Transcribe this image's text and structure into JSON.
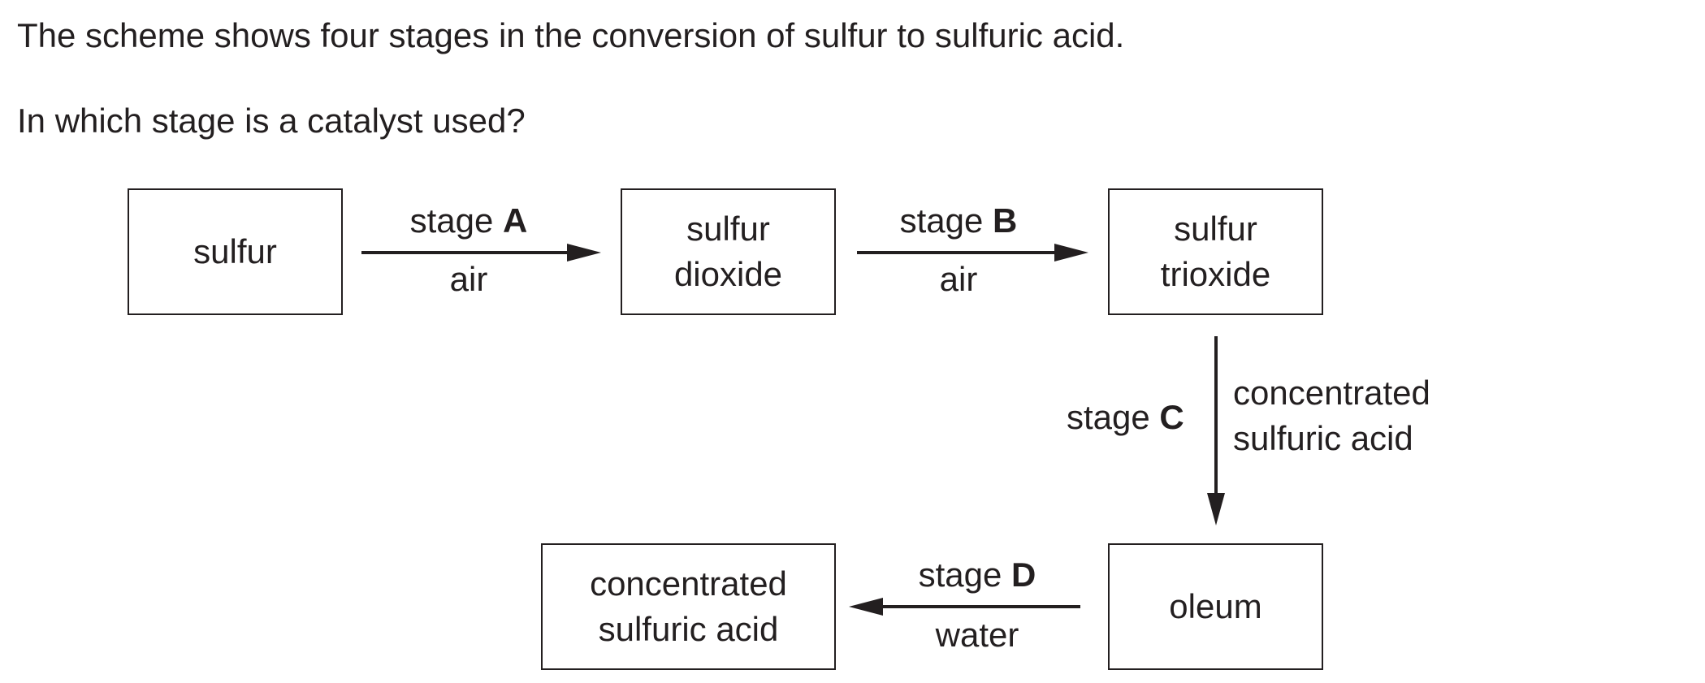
{
  "question": {
    "line1": "The scheme shows four stages in the conversion of sulfur to sulfuric acid.",
    "line2": "In which stage is a catalyst used?"
  },
  "boxes": {
    "sulfur": [
      "sulfur"
    ],
    "sulfur_dioxide": [
      "sulfur",
      "dioxide"
    ],
    "sulfur_trioxide": [
      "sulfur",
      "trioxide"
    ],
    "oleum": [
      "oleum"
    ],
    "conc_acid": [
      "concentrated",
      "sulfuric acid"
    ]
  },
  "stages": {
    "A": {
      "prefix": "stage",
      "letter": "A",
      "reagent": "air"
    },
    "B": {
      "prefix": "stage",
      "letter": "B",
      "reagent": "air"
    },
    "C": {
      "prefix": "stage",
      "letter": "C",
      "reagent_line1": "concentrated",
      "reagent_line2": "sulfuric acid"
    },
    "D": {
      "prefix": "stage",
      "letter": "D",
      "reagent": "water"
    }
  }
}
